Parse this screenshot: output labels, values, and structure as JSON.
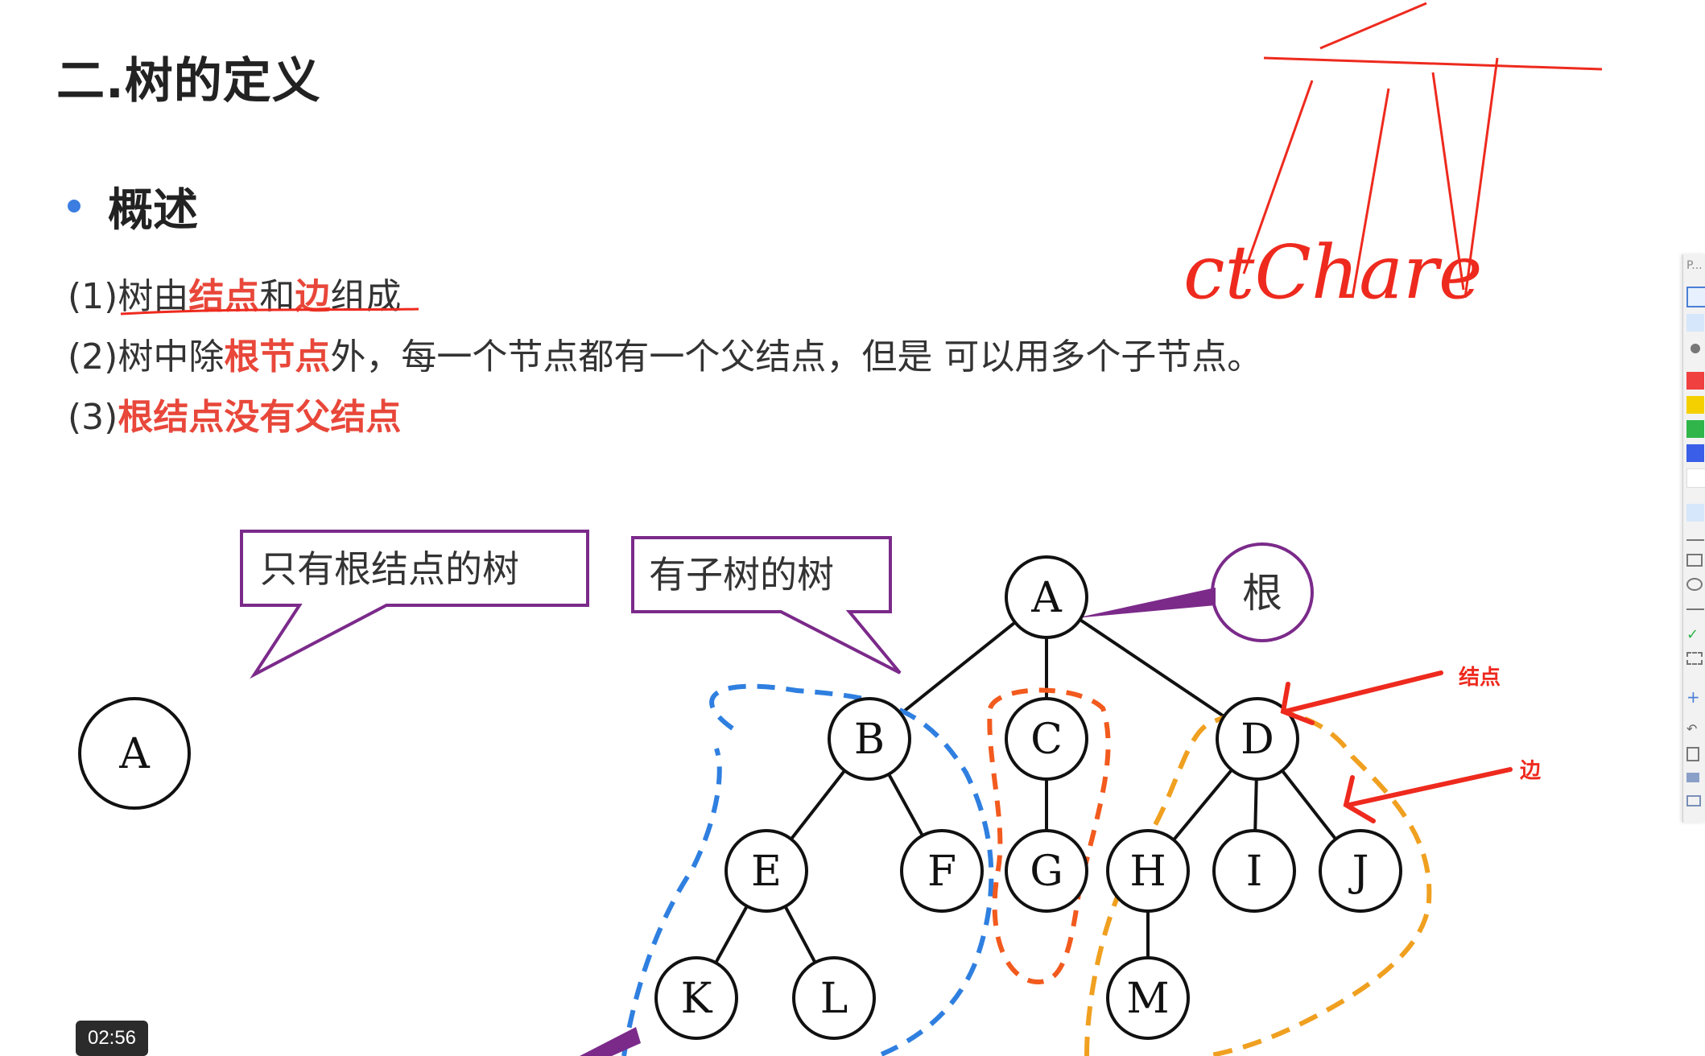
{
  "slide": {
    "title": "二.树的定义",
    "subtitle": "概述",
    "points": [
      {
        "prefix": "(1)树由",
        "hl1": "结点",
        "mid": "和",
        "hl2": "边",
        "suffix": "组成"
      },
      {
        "prefix": "(2)树中除",
        "hl1": "根节点",
        "suffix": "外，每一个节点都有一个父结点，但是 可以用多个子节点。"
      },
      {
        "prefix": "(3)",
        "hl1": "根结点没有父结点"
      }
    ],
    "accent_color": "#e8473a",
    "bullet_color": "#3b7de0"
  },
  "diagram": {
    "callouts": {
      "root_only": "只有根结点的树",
      "with_subtrees": "有子树的树",
      "root_label": "根"
    },
    "annotations": {
      "node": "结点",
      "edge": "边"
    },
    "single_tree_node": "A",
    "tree_nodes": {
      "A": "A",
      "B": "B",
      "C": "C",
      "D": "D",
      "E": "E",
      "F": "F",
      "G": "G",
      "H": "H",
      "I": "I",
      "J": "J",
      "K": "K",
      "L": "L",
      "M": "M"
    },
    "handwriting": "ctChare",
    "colors": {
      "callout_border": "#7b2a8a",
      "subtree_blue": "#2f7fe0",
      "subtree_orange": "#f0a020",
      "subtree_red": "#f25a1e",
      "pen_red": "#ee2a1e"
    }
  },
  "player": {
    "timecode": "02:56",
    "toolbar_label": "P..."
  }
}
